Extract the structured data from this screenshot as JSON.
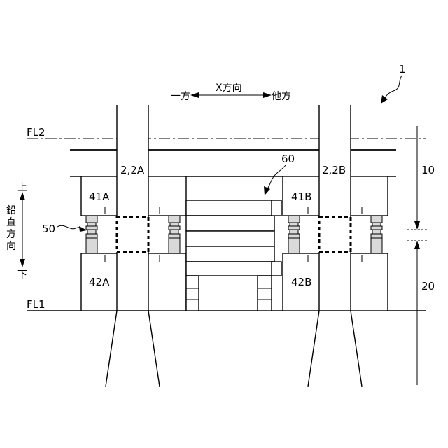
{
  "figure": {
    "ref_main": "1",
    "direction_x": {
      "label": "X方向",
      "left": "一方",
      "right": "他方"
    },
    "direction_v": {
      "label_chars": [
        "鉛",
        "直",
        "方",
        "向"
      ],
      "up": "上",
      "down": "下"
    },
    "floors": {
      "upper": "FL2",
      "lower": "FL1"
    },
    "columns": {
      "left": "2,2A",
      "right": "2,2B"
    },
    "blocks": {
      "upper_left": "41A",
      "lower_left": "42A",
      "upper_right": "41B",
      "lower_right": "42B"
    },
    "refs": {
      "isolator": "50",
      "device": "60",
      "upper_zone": "10",
      "lower_zone": "20"
    }
  }
}
